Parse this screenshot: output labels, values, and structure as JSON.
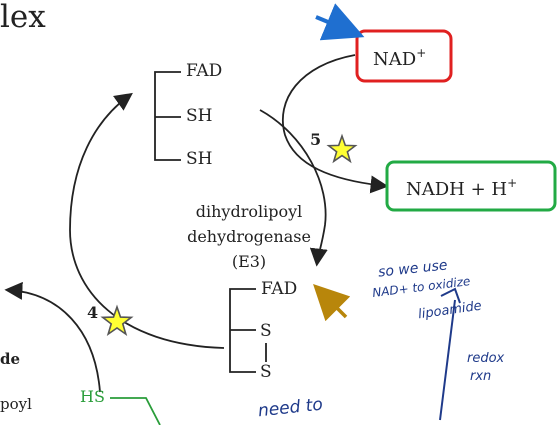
{
  "title_fragment": "lex",
  "top_complex": {
    "fad": "FAD",
    "sh1": "SH",
    "sh2": "SH"
  },
  "enzyme": {
    "line1": "dihydrolipoyl",
    "line2": "dehydrogenase",
    "line3": "(E3)"
  },
  "bottom_complex": {
    "fad": "FAD",
    "s1": "S",
    "s2": "S"
  },
  "cofactors": {
    "nad": "NAD",
    "nad_sup": "+",
    "nadh": "NADH + H",
    "nadh_sup": "+"
  },
  "steps": {
    "step5": "5",
    "step4": "4"
  },
  "left_fragments": {
    "bold_d": "de",
    "lipoyl": "poyl"
  },
  "hs_label": "HS",
  "handwritten": {
    "note_line1": "so we use",
    "note_line2": "NAD+ to oxidize",
    "note_line3": "lipoamide",
    "redox1": "redox",
    "redox2": "rxn",
    "bottom_note": "need to"
  },
  "colors": {
    "nad_box": "#e02020",
    "nadh_box": "#22aa44",
    "blue_arrow": "#1f6fd0",
    "brown_arrow": "#b8860b",
    "star_fill": "#ffff33",
    "star_stroke": "#555555",
    "hs_green": "#2a9d3a",
    "handwriting": "#1f3a8a"
  },
  "icons": [
    "star-icon",
    "blue-pointer-arrow-icon",
    "brown-pointer-arrow-icon"
  ]
}
